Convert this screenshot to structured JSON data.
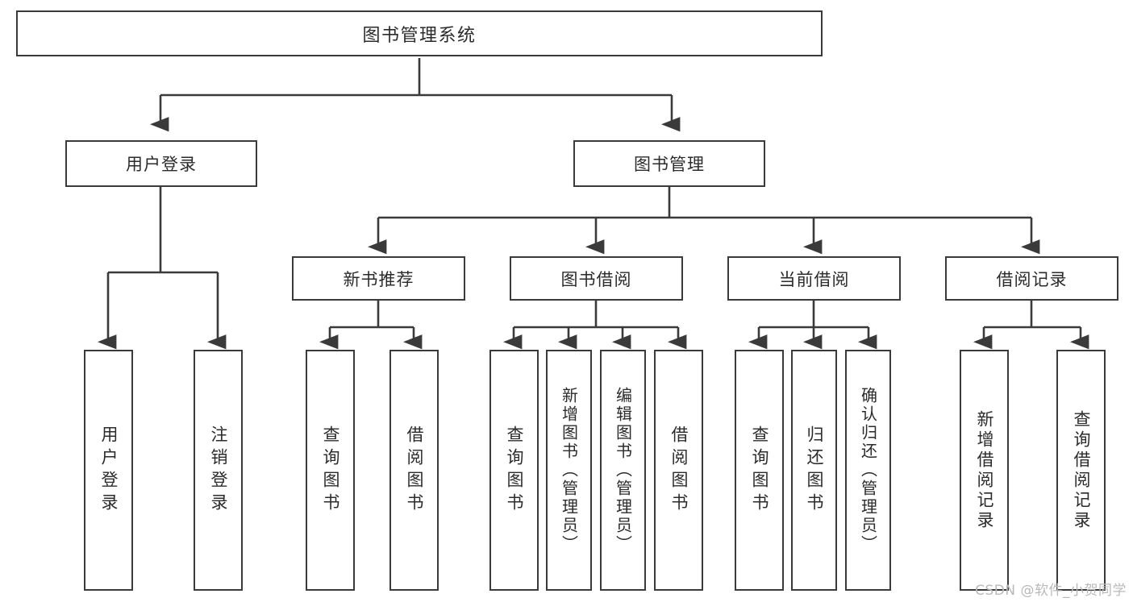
{
  "diagram": {
    "type": "hierarchy-tree",
    "title": "图书管理系统",
    "watermark": "CSDN @软件_小贺同学",
    "colors": {
      "stroke": "#3a3a3a",
      "fill": "#ffffff",
      "text": "#2b2b2b",
      "watermark": "#b9b9b9"
    },
    "nodes": {
      "root": "图书管理系统",
      "level1": [
        {
          "id": "user-login",
          "label": "用户登录"
        },
        {
          "id": "book-manage",
          "label": "图书管理"
        }
      ],
      "level2": [
        {
          "id": "new-book-recommend",
          "label": "新书推荐"
        },
        {
          "id": "book-borrow",
          "label": "图书借阅"
        },
        {
          "id": "current-borrow",
          "label": "当前借阅"
        },
        {
          "id": "borrow-record",
          "label": "借阅记录"
        }
      ],
      "leaves": [
        {
          "id": "leaf-user-login",
          "label": "用户登录",
          "parent": "user-login"
        },
        {
          "id": "leaf-logout",
          "label": "注销登录",
          "parent": "user-login"
        },
        {
          "id": "leaf-query-book-1",
          "label": "查询图书",
          "parent": "new-book-recommend"
        },
        {
          "id": "leaf-borrow-book-1",
          "label": "借阅图书",
          "parent": "new-book-recommend"
        },
        {
          "id": "leaf-query-book-2",
          "label": "查询图书",
          "parent": "book-borrow"
        },
        {
          "id": "leaf-add-book",
          "label": "新增图书（管理员）",
          "parent": "book-borrow"
        },
        {
          "id": "leaf-edit-book",
          "label": "编辑图书（管理员）",
          "parent": "book-borrow"
        },
        {
          "id": "leaf-borrow-book-2",
          "label": "借阅图书",
          "parent": "book-borrow"
        },
        {
          "id": "leaf-query-book-3",
          "label": "查询图书",
          "parent": "current-borrow"
        },
        {
          "id": "leaf-return-book",
          "label": "归还图书",
          "parent": "current-borrow"
        },
        {
          "id": "leaf-confirm-return",
          "label": "确认归还（管理员）",
          "parent": "current-borrow"
        },
        {
          "id": "leaf-add-record",
          "label": "新增借阅记录",
          "parent": "borrow-record"
        },
        {
          "id": "leaf-query-record",
          "label": "查询借阅记录",
          "parent": "borrow-record"
        }
      ]
    }
  }
}
